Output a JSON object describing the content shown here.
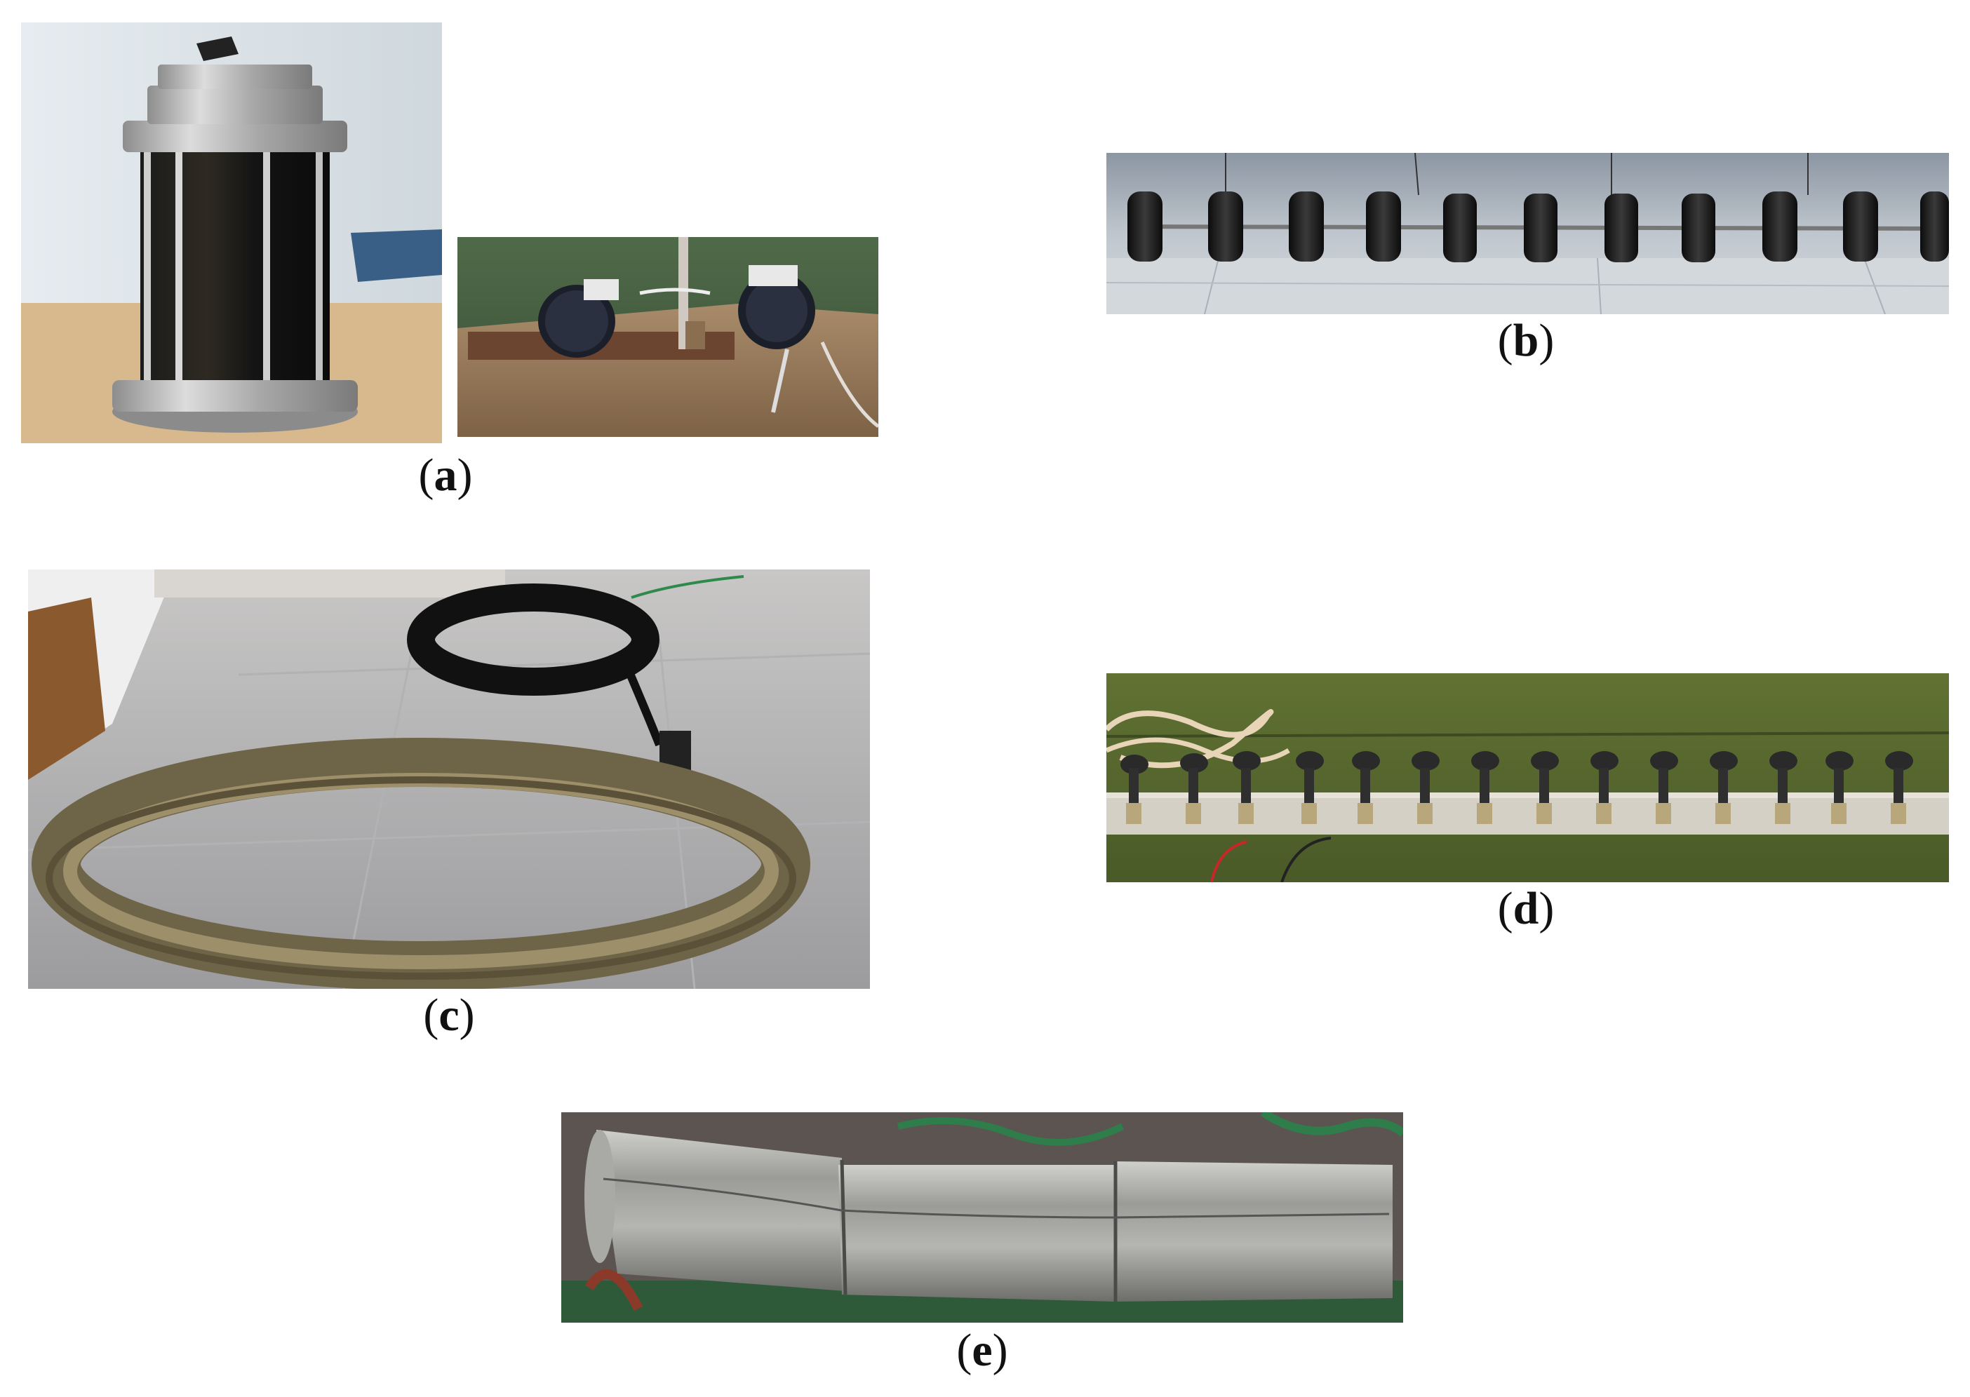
{
  "figure": {
    "panels": [
      {
        "id": "a",
        "label": "a",
        "subject": "cylindrical sensor housing and two disk sensors on wooden block"
      },
      {
        "id": "b",
        "label": "b",
        "subject": "chain of disk sensors on tiled floor"
      },
      {
        "id": "c",
        "label": "c",
        "subject": "coiled cable and coiled sensor string on tiled floor"
      },
      {
        "id": "d",
        "label": "d",
        "subject": "row of sensor probes mounted on metal rail"
      },
      {
        "id": "e",
        "label": "e",
        "subject": "three welded metal pipe segments"
      }
    ]
  },
  "colors": {
    "background": "#ffffff",
    "caption_text": "#111111",
    "grass": "#55663a",
    "metal": "#9a9a98",
    "sensor_black": "#1a1a1a"
  }
}
